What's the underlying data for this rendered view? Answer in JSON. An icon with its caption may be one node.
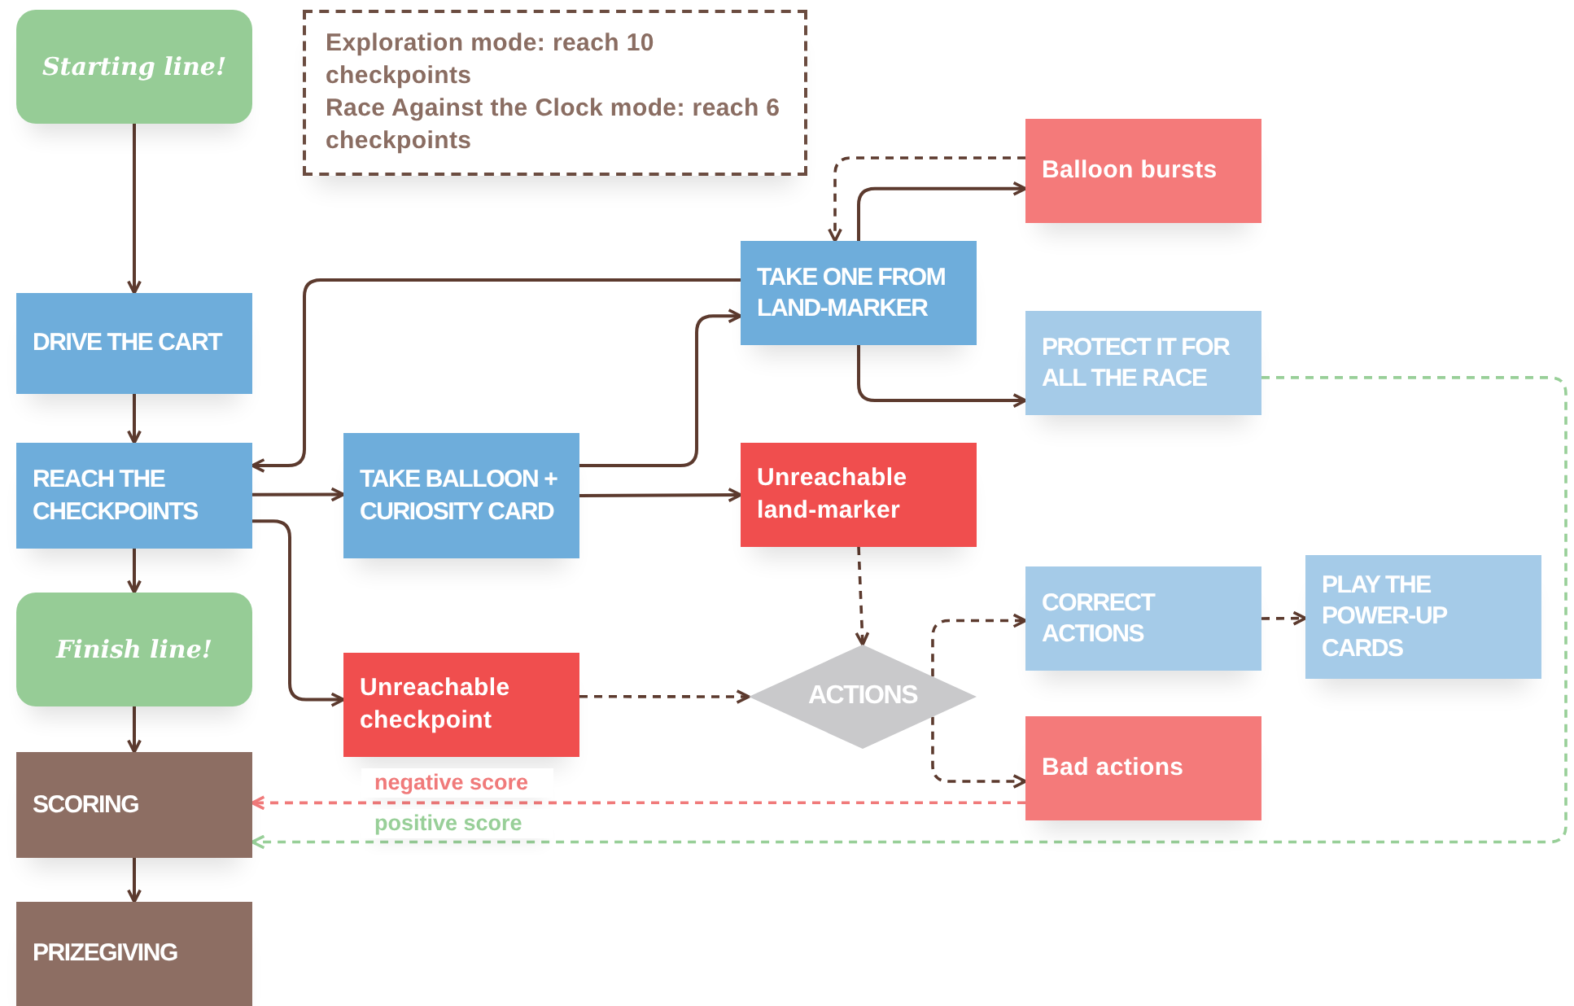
{
  "diagram": {
    "nodes": [
      {
        "text": [
          "Starting line!"
        ]
      },
      {
        "text": [
          "Exploration mode: reach 10 checkpoints",
          "Race Against the Clock mode: reach 6 checkpoints"
        ]
      },
      {
        "text": [
          "DRIVE THE CART"
        ]
      },
      {
        "text": [
          "REACH THE CHECKPOINTS"
        ]
      },
      {
        "text": [
          "Finish line!"
        ]
      },
      {
        "text": [
          "SCORING"
        ]
      },
      {
        "text": [
          "PRIZEGIVING"
        ]
      },
      {
        "text": [
          "TAKE BALLOON + CURIOSITY CARD"
        ]
      },
      {
        "text": [
          "TAKE ONE FROM LAND-MARKER"
        ]
      },
      {
        "text": [
          "Balloon bursts"
        ]
      },
      {
        "text": [
          "PROTECT IT FOR ALL THE RACE"
        ]
      },
      {
        "text": [
          "Unreachable land-marker"
        ]
      },
      {
        "text": [
          "Unreachable checkpoint"
        ]
      },
      {
        "text": [
          "ACTIONS"
        ]
      },
      {
        "text": [
          "CORRECT ACTIONS"
        ]
      },
      {
        "text": [
          "PLAY THE POWER-UP CARDS"
        ]
      },
      {
        "text": [
          "Bad actions"
        ]
      }
    ],
    "edges": [
      {
        "from": 0,
        "to": 2,
        "arrow": "to"
      },
      {
        "from": 2,
        "to": 3,
        "arrow": "to"
      },
      {
        "from": 3,
        "to": 4,
        "arrow": "to"
      },
      {
        "from": 4,
        "to": 5,
        "arrow": "to"
      },
      {
        "from": 5,
        "to": 6,
        "arrow": "to"
      },
      {
        "from": 3,
        "to": 7,
        "arrow": "to"
      },
      {
        "from": 7,
        "to": 8,
        "arrow": "to"
      },
      {
        "from": 7,
        "to": 11,
        "arrow": "to"
      },
      {
        "from": 8,
        "to": 3,
        "arrow": "to"
      },
      {
        "from": 8,
        "to": 9,
        "arrow": "to"
      },
      {
        "from": 8,
        "to": 10,
        "arrow": "to"
      },
      {
        "from": 9,
        "to": 8,
        "arrow": "to",
        "style": "dashed"
      },
      {
        "from": 3,
        "to": 12,
        "arrow": "to"
      },
      {
        "from": 12,
        "to": 13,
        "arrow": "to",
        "style": "dashed"
      },
      {
        "from": 11,
        "to": 13,
        "arrow": "to",
        "style": "dashed"
      },
      {
        "from": 13,
        "to": 14,
        "arrow": "to",
        "style": "dashed"
      },
      {
        "from": 13,
        "to": 16,
        "arrow": "to",
        "style": "dashed"
      },
      {
        "from": 14,
        "to": 15,
        "arrow": "to",
        "style": "dashed"
      },
      {
        "from": 16,
        "to": 5,
        "arrow": "to",
        "style": "dashed",
        "color": "#f07a7a",
        "label": "negative score"
      },
      {
        "from": 10,
        "to": 5,
        "arrow": "to",
        "style": "dashed",
        "color": "#98cf98",
        "label": "positive score"
      }
    ]
  }
}
